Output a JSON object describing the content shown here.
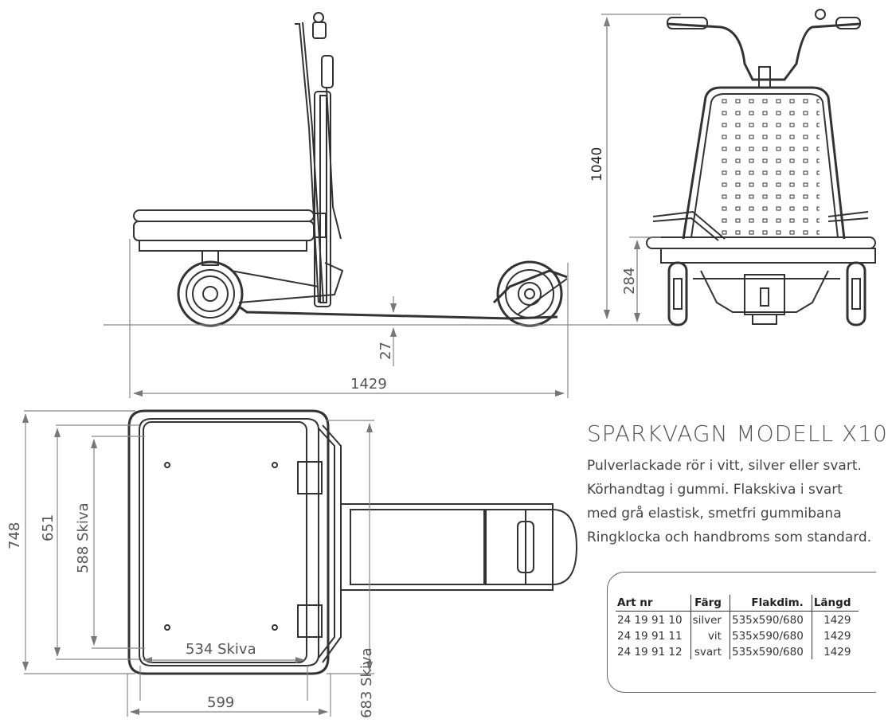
{
  "dimensions": {
    "overall_length": "1429",
    "total_height": "1040",
    "platform_height": "284",
    "ground_clearance": "27",
    "overall_width": "748",
    "frame_width": "651",
    "board_width": "588 Skiva",
    "board_depth": "534 Skiva",
    "frame_depth": "599",
    "board_length": "683 Skiva"
  },
  "product": {
    "title": "SPARKVAGN MODELL X10",
    "description_lines": [
      "Pulverlackade rör i vitt, silver eller svart.",
      "Körhandtag i gummi. Flakskiva i svart",
      "med grå elastisk, smetfri gummibana",
      "Ringklocka och handbroms som standard."
    ]
  },
  "spec_table": {
    "headers": [
      "Art nr",
      "Färg",
      "Flakdim.",
      "Längd"
    ],
    "rows": [
      [
        "24 19 91 10",
        "silver",
        "535x590/680",
        "1429"
      ],
      [
        "24 19 91 11",
        "vit",
        "535x590/680",
        "1429"
      ],
      [
        "24 19 91 12",
        "svart",
        "535x590/680",
        "1429"
      ]
    ]
  }
}
